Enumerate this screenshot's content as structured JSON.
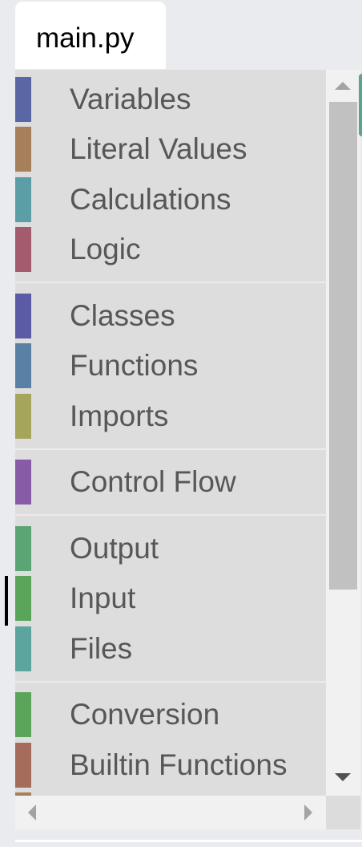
{
  "tab": {
    "label": "main.py"
  },
  "toolbox": {
    "categories": [
      {
        "label": "Variables",
        "color": "#5b67a5"
      },
      {
        "label": "Literal Values",
        "color": "#a5805b"
      },
      {
        "label": "Calculations",
        "color": "#5b9ea5"
      },
      {
        "label": "Logic",
        "color": "#a55b6e"
      },
      {
        "label": "Classes",
        "color": "#5b5ba5"
      },
      {
        "label": "Functions",
        "color": "#5b80a5"
      },
      {
        "label": "Imports",
        "color": "#a5a55b"
      },
      {
        "label": "Control Flow",
        "color": "#875ba5"
      },
      {
        "label": "Output",
        "color": "#5ba574"
      },
      {
        "label": "Input",
        "color": "#5ba55b"
      },
      {
        "label": "Files",
        "color": "#5ba59e"
      },
      {
        "label": "Conversion",
        "color": "#5ba55b"
      },
      {
        "label": "Builtin Functions",
        "color": "#a56b5b"
      },
      {
        "label": "",
        "color": "#a5805b"
      }
    ]
  }
}
